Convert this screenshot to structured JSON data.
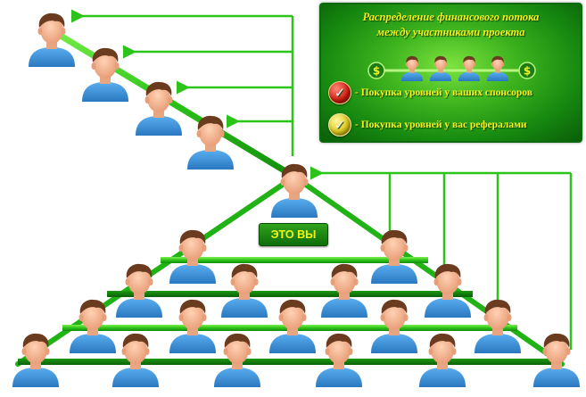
{
  "legend": {
    "title_line1": "Распределение финансового потока",
    "title_line2": "между участниками проекта",
    "dollar_symbol": "$",
    "red_check_glyph": "✓",
    "yellow_check_glyph": "✓",
    "red_text": "- Покупка уровней у ваших спонсоров",
    "yellow_text": "- Покупка уровней у вас рефералами"
  },
  "you_label": "ЭТО ВЫ",
  "colors": {
    "line_green": "#27c21a",
    "line_green_light": "#63e83c",
    "line_dark": "#0e7a0a",
    "shirt": "#3a8fd6",
    "skin": "#f4b896",
    "hair": "#6b3b1f",
    "title_yellow": "#f3f31b"
  },
  "icons": {
    "person": "person-avatar-icon",
    "dollar": "dollar-coin-icon",
    "check_red": "red-check-icon",
    "check_yellow": "yellow-check-icon"
  }
}
